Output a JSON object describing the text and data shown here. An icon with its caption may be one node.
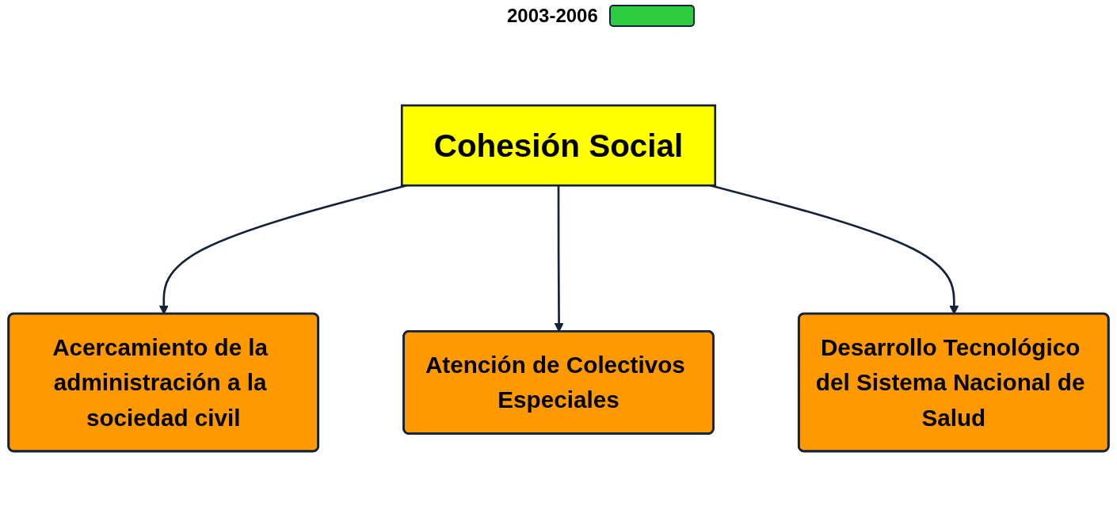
{
  "diagram": {
    "nodes": [
      {
        "text": [
          "Cohesión Social"
        ]
      },
      {
        "text": [
          "Acercamiento de la administración a la sociedad civil"
        ]
      },
      {
        "text": [
          "Atención de Colectivos Especiales"
        ]
      },
      {
        "text": [
          "Desarrollo Tecnológico del Sistema Nacional de Salud"
        ]
      }
    ],
    "edges": [
      {
        "from": 0,
        "to": 1,
        "arrow": "to"
      },
      {
        "from": 0,
        "to": 2,
        "arrow": "to"
      },
      {
        "from": 0,
        "to": 3,
        "arrow": "to"
      }
    ],
    "legend": [
      {
        "text": "2003-2006",
        "color": "#2ecc40"
      }
    ]
  }
}
